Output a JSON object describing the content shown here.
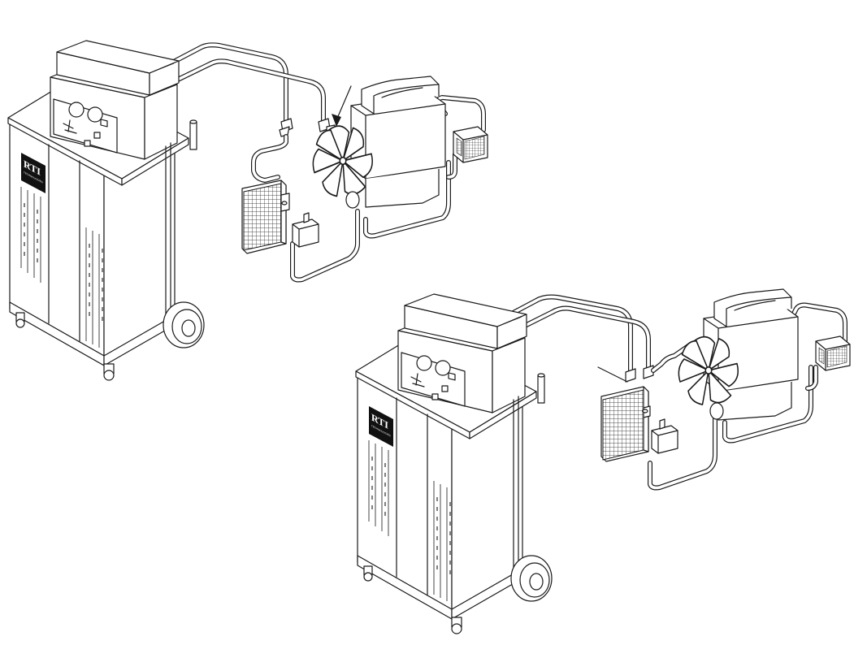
{
  "units": [
    {
      "id": "unit-a",
      "logo_text": "RTI",
      "logo_subtext": "TECHNOLOGIES"
    },
    {
      "id": "unit-b",
      "logo_text": "RTI",
      "logo_subtext": "TECHNOLOGIES"
    }
  ]
}
